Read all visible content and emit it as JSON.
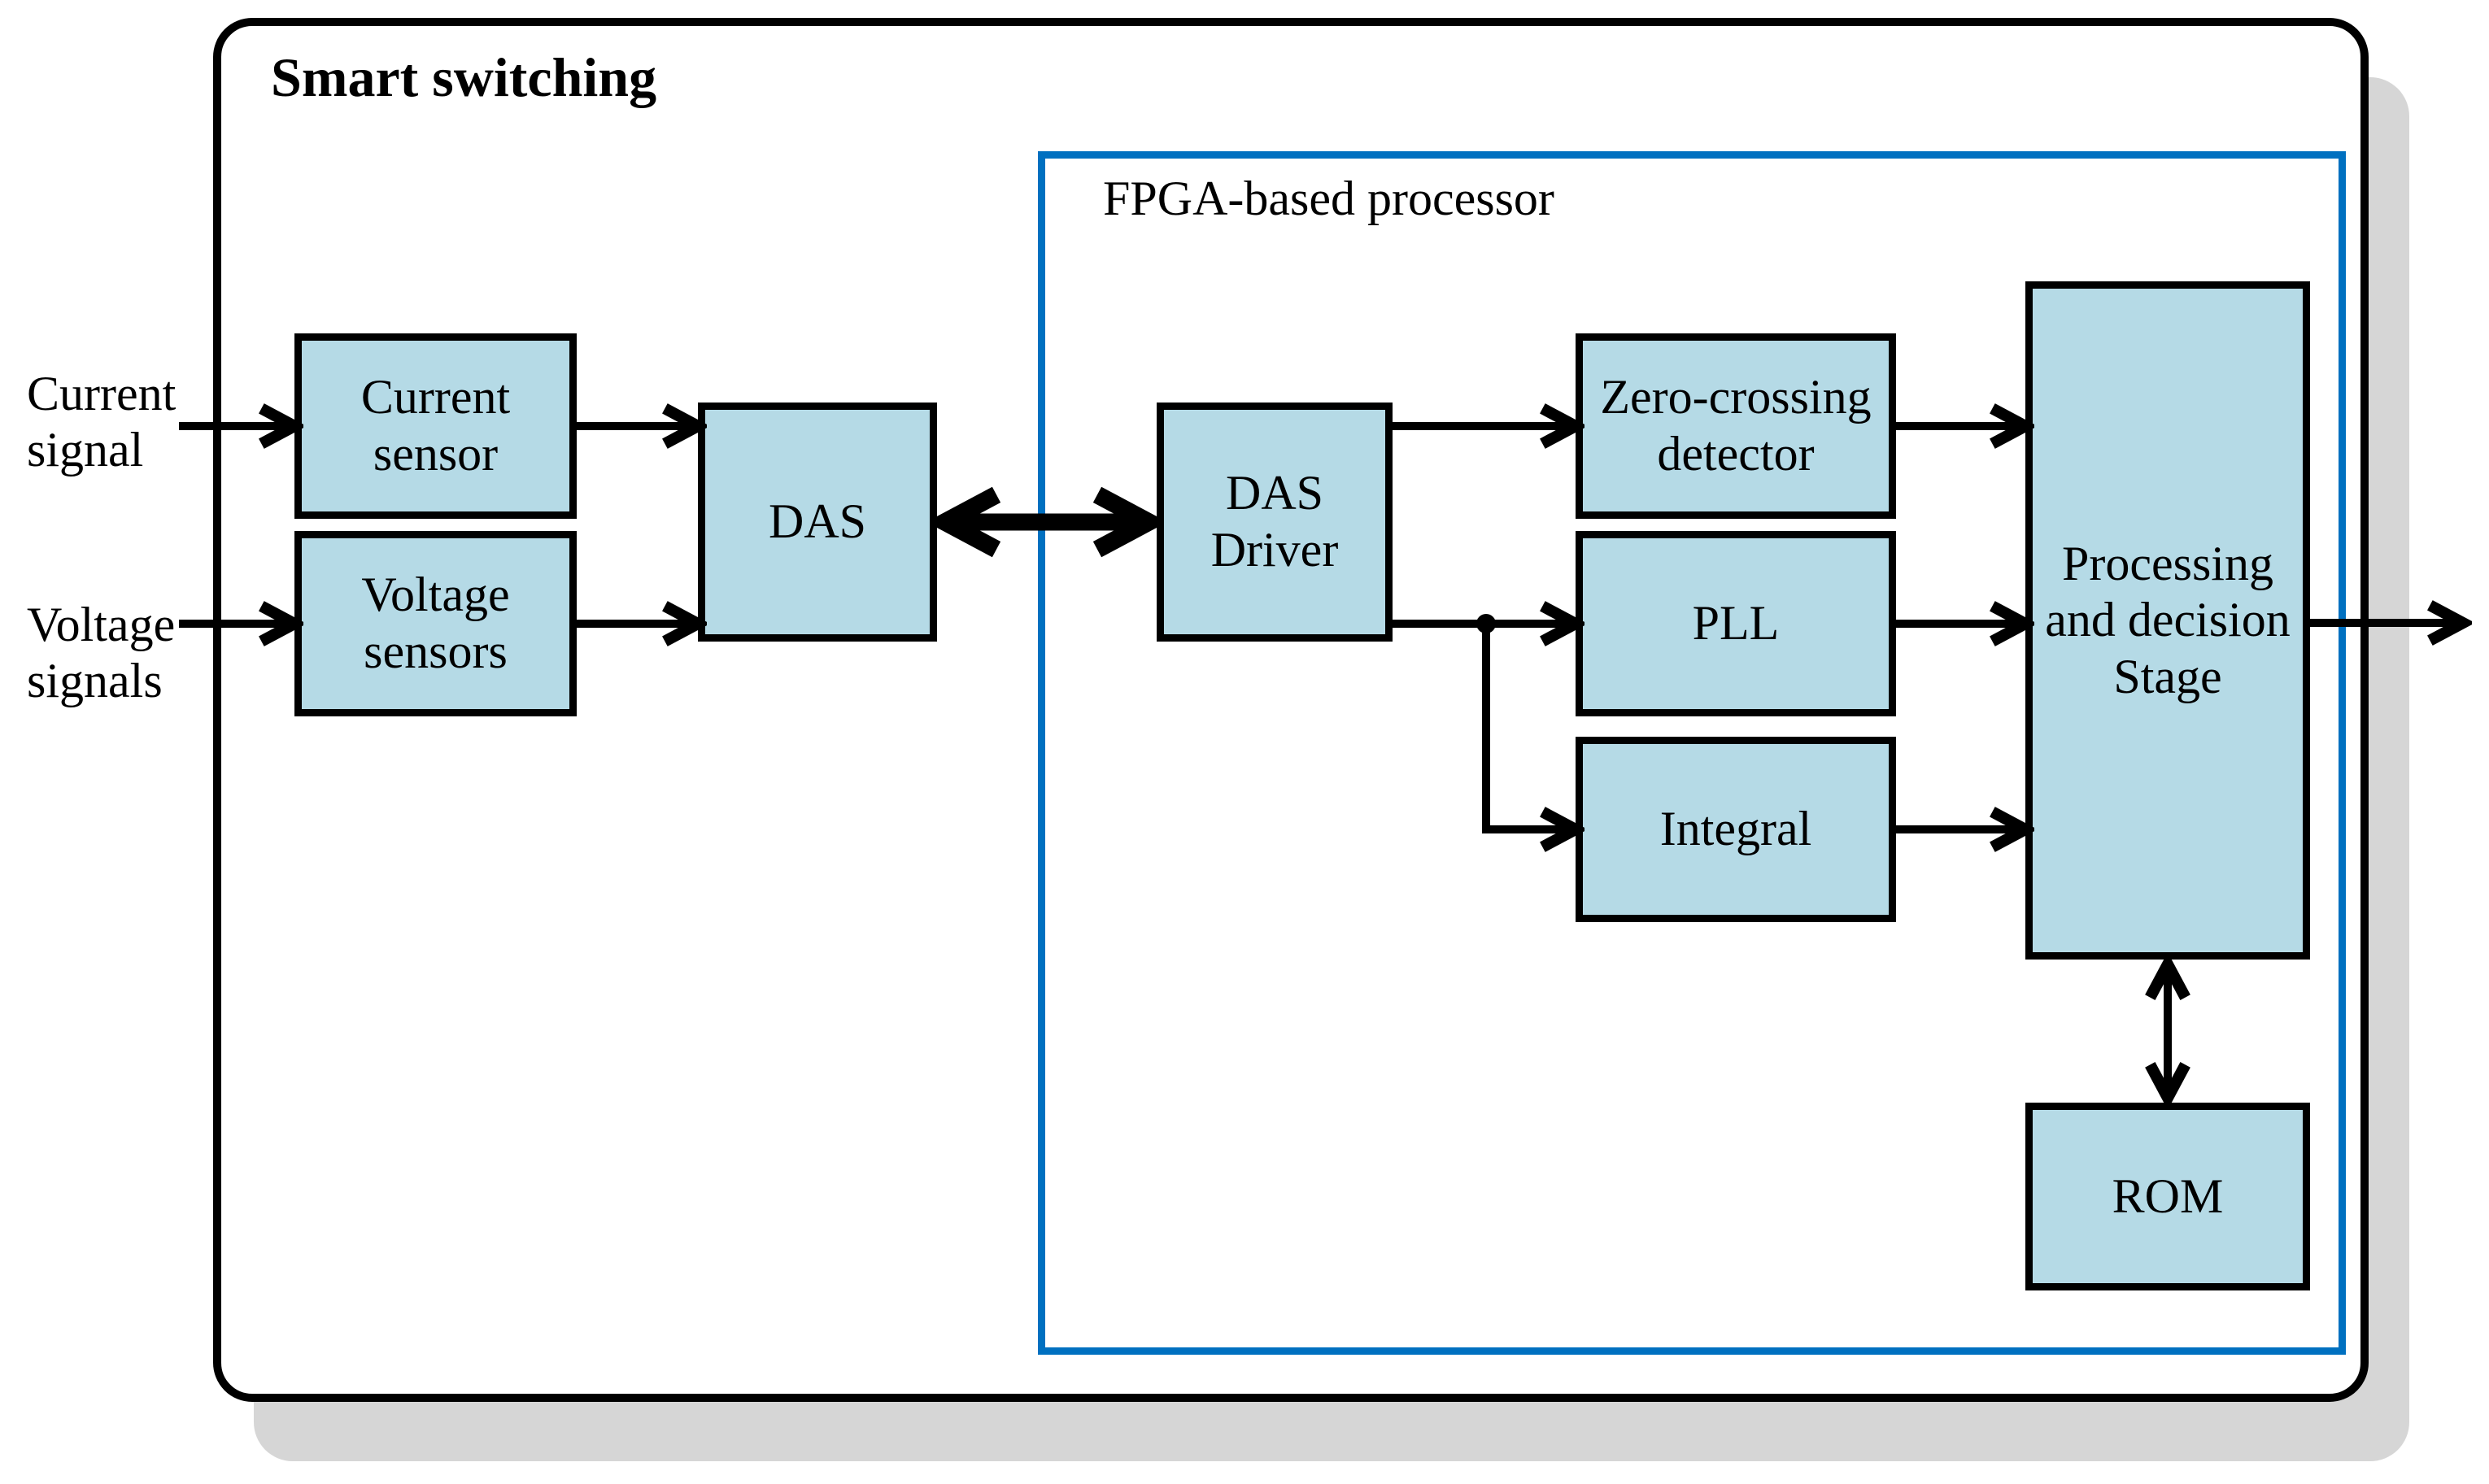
{
  "diagram": {
    "title": "Smart switching",
    "fpga_label": "FPGA-based processor",
    "inputs": [
      {
        "id": "current_signal",
        "label": "Current\nsignal"
      },
      {
        "id": "voltage_signals",
        "label": "Voltage\nsignals"
      }
    ],
    "blocks": {
      "current_sensor": {
        "label": "Current\nsensor"
      },
      "voltage_sensors": {
        "label": "Voltage\nsensors"
      },
      "das": {
        "label": "DAS"
      },
      "das_driver": {
        "label": "DAS\nDriver"
      },
      "zero_crossing": {
        "label": "Zero-crossing\ndetector"
      },
      "pll": {
        "label": "PLL"
      },
      "integral": {
        "label": "Integral"
      },
      "processing": {
        "label": "Processing\nand decision\nStage"
      },
      "rom": {
        "label": "ROM"
      }
    },
    "connections": [
      {
        "from": "current-signal-input",
        "to": "current-sensor",
        "style": "arrow"
      },
      {
        "from": "voltage-signals-input",
        "to": "voltage-sensors",
        "style": "arrow"
      },
      {
        "from": "current-sensor",
        "to": "das",
        "style": "arrow"
      },
      {
        "from": "voltage-sensors",
        "to": "das",
        "style": "arrow"
      },
      {
        "from": "das",
        "to": "das-driver",
        "style": "thick-double-arrow"
      },
      {
        "from": "das-driver",
        "to": "zero-crossing-detector",
        "style": "arrow"
      },
      {
        "from": "das-driver",
        "to": "pll",
        "style": "arrow-with-junction"
      },
      {
        "from": "das-driver",
        "to": "integral",
        "style": "arrow-branch"
      },
      {
        "from": "zero-crossing-detector",
        "to": "processing-and-decision-stage",
        "style": "arrow"
      },
      {
        "from": "pll",
        "to": "processing-and-decision-stage",
        "style": "arrow"
      },
      {
        "from": "integral",
        "to": "processing-and-decision-stage",
        "style": "arrow"
      },
      {
        "from": "processing-and-decision-stage",
        "to": "output",
        "style": "arrow"
      },
      {
        "from": "processing-and-decision-stage",
        "to": "rom",
        "style": "double-arrow"
      }
    ]
  },
  "colors": {
    "block_fill": "#B5DAE6",
    "fpga_border": "#0070C0",
    "outline": "#000000",
    "shadow": "#D6D6D6",
    "background": "#FFFFFF"
  }
}
